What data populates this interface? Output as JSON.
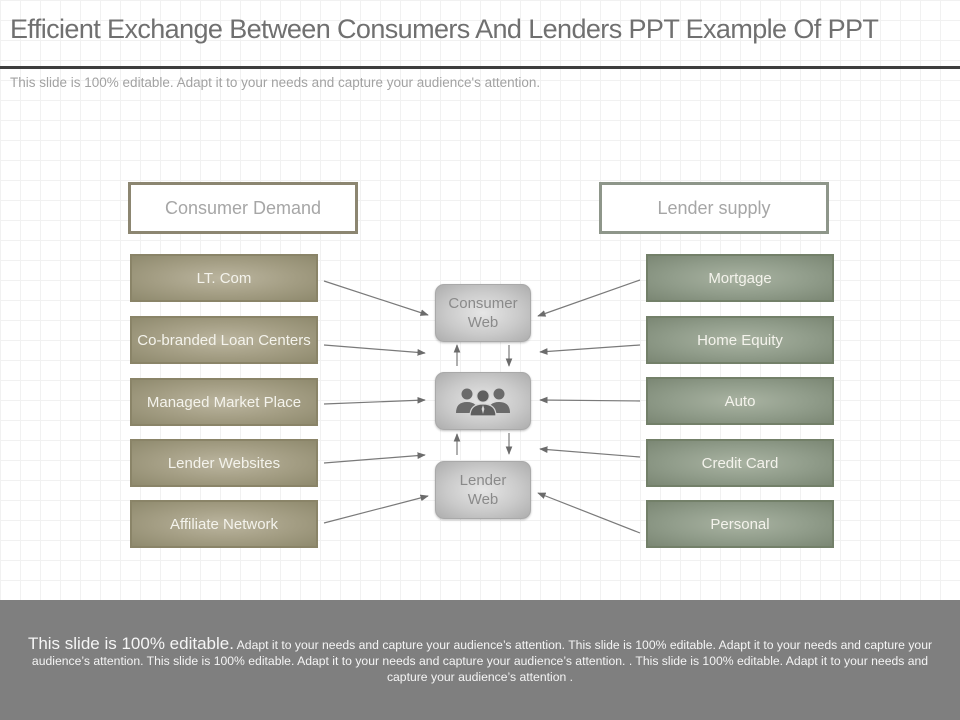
{
  "slide": {
    "title": "Efficient Exchange Between Consumers And Lenders PPT Example Of PPT",
    "subtitle": "This slide is 100% editable. Adapt it to your needs and capture your audience's attention."
  },
  "consumer_demand": {
    "heading": "Consumer  Demand",
    "items": [
      "LT. Com",
      "Co-branded Loan Centers",
      "Managed Market Place",
      "Lender Websites",
      "Affiliate Network"
    ]
  },
  "lender_supply": {
    "heading": "Lender supply",
    "items": [
      "Mortgage",
      "Home Equity",
      "Auto",
      "Credit Card",
      "Personal"
    ]
  },
  "center": {
    "consumer_web": "Consumer Web",
    "people_icon": "group-people-icon",
    "lender_web": "Lender Web"
  },
  "colors": {
    "consumer_accent": "#8c8671",
    "lender_accent": "#7b8774",
    "hub_gray": "#c4c4c4",
    "footer_bg": "#7f7f7f",
    "title_rule": "#3f3f3f",
    "arrow": "#6b6b6b"
  },
  "footer": {
    "lead": "This slide is 100% editable.",
    "body": "Adapt it to your needs and capture your audience’s attention. This slide is 100% editable. Adapt it to your needs and capture your audience’s attention. This slide is 100% editable. Adapt it to your needs and capture your audience’s attention. . This slide is 100% editable. Adapt it to your needs and capture your audience’s attention ."
  }
}
